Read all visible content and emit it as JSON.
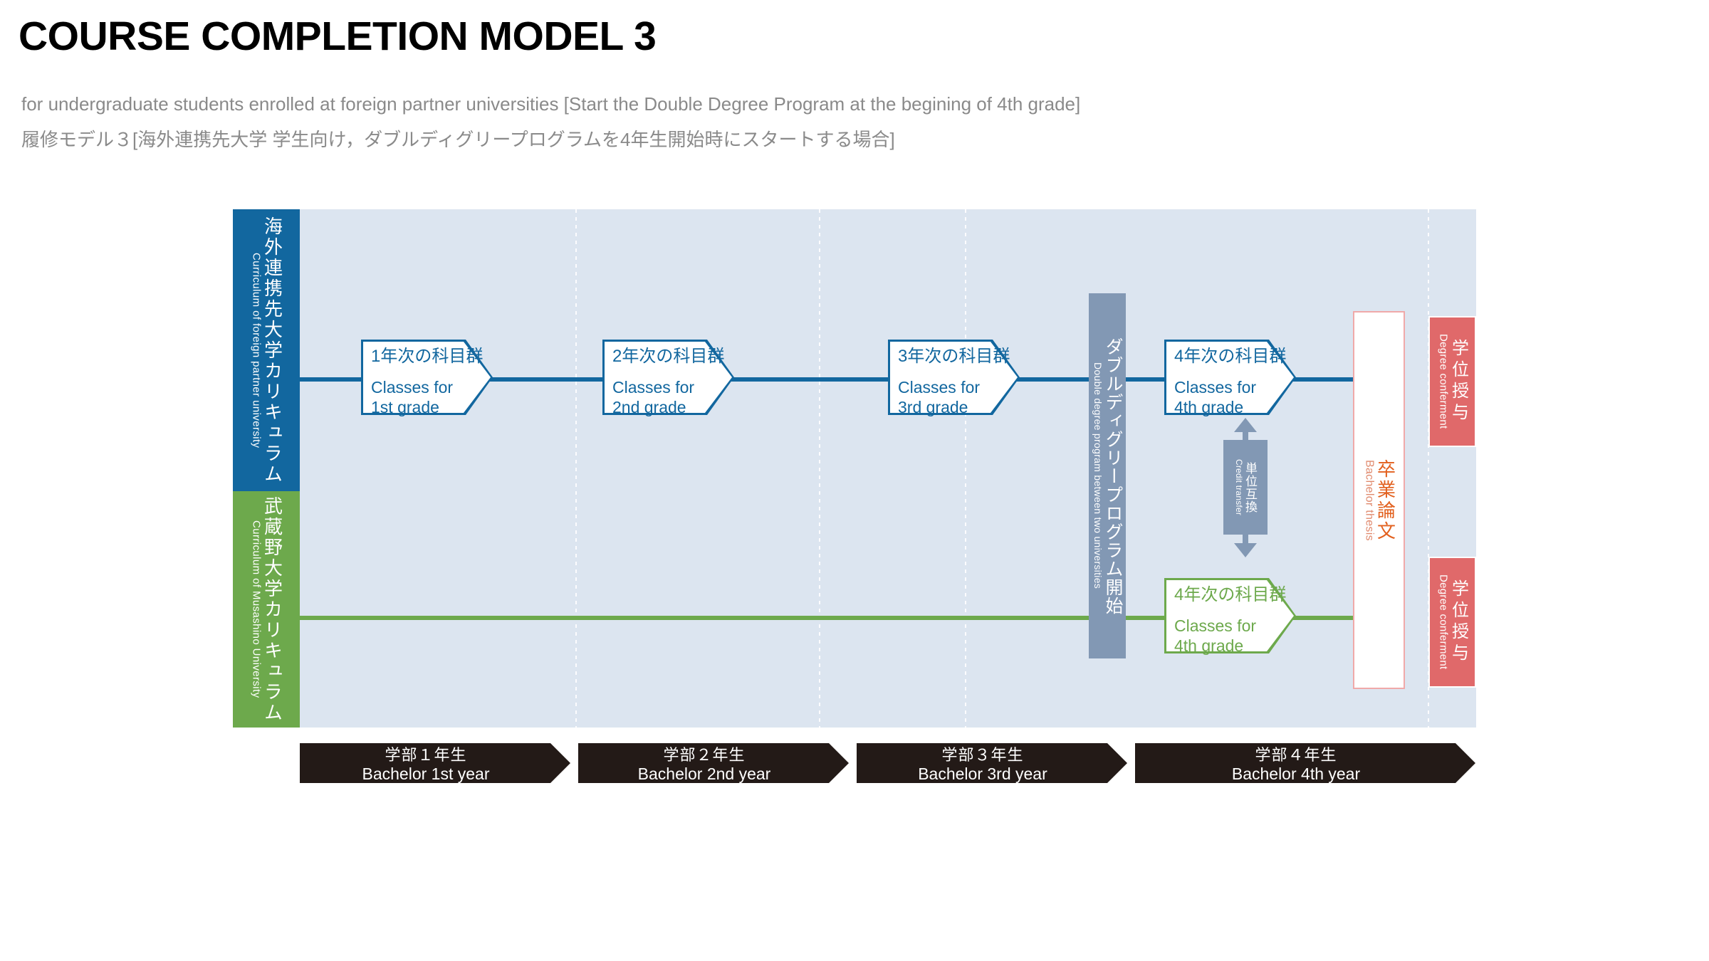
{
  "header": {
    "title": "COURSE COMPLETION MODEL 3",
    "subtitle_en": "for undergraduate students enrolled at foreign partner universities [Start the Double Degree Program at the begining of 4th grade]",
    "subtitle_ja": "履修モデル３[海外連携先大学 学生向け，ダブルディグリープログラムを4年生開始時にスタートする場合]"
  },
  "colors": {
    "panel_bg": "#dce5f0",
    "foreign_blue": "#12679f",
    "musashino_green": "#6da94c",
    "ddp_gray": "#8298b4",
    "degree_red": "#e0696a",
    "thesis_orange": "#e2601e",
    "yearbar_dark": "#231a17",
    "subtitle_gray": "#8a8a8a"
  },
  "sidebar": {
    "bands": [
      {
        "ja": "海外連携先大学カリキュラム",
        "en": "Curriculum of foreign partner university"
      },
      {
        "ja": "武蔵野大学カリキュラム",
        "en": "Curriculum of Musashino University"
      }
    ]
  },
  "track_foreign": {
    "classes": [
      {
        "ja": "1年次の科目群",
        "en": "Classes for\n1st grade"
      },
      {
        "ja": "2年次の科目群",
        "en": "Classes for\n2nd grade"
      },
      {
        "ja": "3年次の科目群",
        "en": "Classes for\n3rd grade"
      },
      {
        "ja": "4年次の科目群",
        "en": "Classes for\n4th grade"
      }
    ]
  },
  "track_musashino": {
    "classes": [
      {
        "ja": "4年次の科目群",
        "en": "Classes for\n4th grade"
      }
    ]
  },
  "double_degree": {
    "ja": "ダブルディグリープログラム開始",
    "en": "Double degree program between two universities"
  },
  "credit_transfer": {
    "ja": "単位互換",
    "en": "Credit transfer"
  },
  "thesis": {
    "ja": "卒業論文",
    "en": "Bachelor thesis"
  },
  "degree_conferment": [
    {
      "ja": "学位授与",
      "en": "Degree conferment"
    },
    {
      "ja": "学位授与",
      "en": "Degree conferment"
    }
  ],
  "timeline": {
    "years": [
      {
        "ja": "学部１年生",
        "en": "Bachelor 1st year"
      },
      {
        "ja": "学部２年生",
        "en": "Bachelor 2nd year"
      },
      {
        "ja": "学部３年生",
        "en": "Bachelor 3rd year"
      },
      {
        "ja": "学部４年生",
        "en": "Bachelor 4th year"
      }
    ]
  }
}
